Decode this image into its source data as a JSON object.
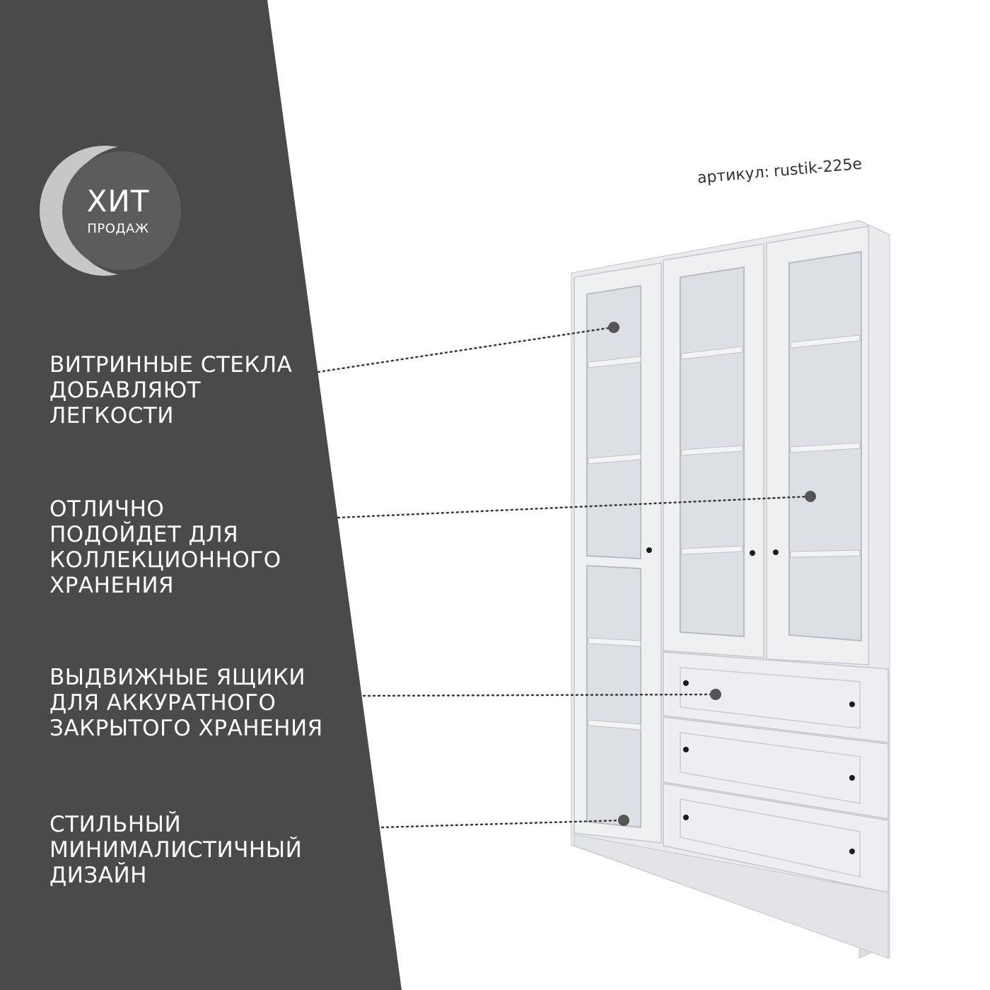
{
  "colors": {
    "panel": "#4a4a4a",
    "badge_disc": "#5c5c5c",
    "badge_crescent": "#c7c7c7",
    "background": "#ffffff",
    "cabinet_body": "#eaebee",
    "cabinet_shade": "#d6d8dc",
    "handle": "#1c1c1c"
  },
  "badge": {
    "title": "ХИТ",
    "subtitle": "ПРОДАЖ"
  },
  "sku": {
    "label": "артикул:",
    "value": "rustik-225e"
  },
  "features": [
    {
      "lines": [
        "ВИТРИННЫЕ СТЕКЛА",
        "ДОБАВЛЯЮТ",
        "ЛЕГКОСТИ"
      ]
    },
    {
      "lines": [
        "ОТЛИЧНО",
        "ПОДОЙДЕТ ДЛЯ",
        "КОЛЛЕКЦИОННОГО",
        "ХРАНЕНИЯ"
      ]
    },
    {
      "lines": [
        "ВЫДВИЖНЫЕ ЯЩИКИ",
        "ДЛЯ АККУРАТНОГО",
        "ЗАКРЫТОГО ХРАНЕНИЯ"
      ]
    },
    {
      "lines": [
        "СТИЛЬНЫЙ",
        "МИНИМАЛИСТИЧНЫЙ",
        "ДИЗАЙН"
      ]
    }
  ],
  "icons": {
    "badge": "crescent-badge-icon",
    "callout_dot": "callout-dot-icon",
    "handle": "knob-handle-icon"
  }
}
